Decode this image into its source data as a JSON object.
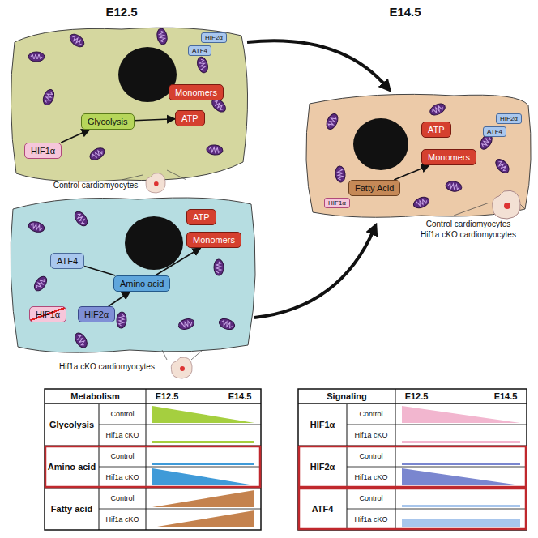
{
  "diagram": {
    "nodes": [
      {
        "text": [
          "HIF2α"
        ]
      },
      {
        "text": [
          "ATF4"
        ]
      },
      {
        "text": [
          "HIF1α"
        ]
      },
      {
        "text": [
          "Glycolysis"
        ]
      },
      {
        "text": [
          "Monomers"
        ]
      },
      {
        "text": [
          "ATP"
        ]
      },
      {
        "text": [
          "HIF2α"
        ]
      },
      {
        "text": [
          "ATF4"
        ]
      },
      {
        "text": [
          "HIF1α"
        ]
      },
      {
        "text": [
          "Fatty Acid"
        ]
      },
      {
        "text": [
          "ATP"
        ]
      },
      {
        "text": [
          "Monomers"
        ]
      },
      {
        "text": [
          "ATP"
        ]
      },
      {
        "text": [
          "Monomers"
        ]
      },
      {
        "text": [
          "ATF4"
        ]
      },
      {
        "text": [
          "Amino acid"
        ]
      },
      {
        "text": [
          "HIF1α"
        ]
      },
      {
        "text": [
          "HIF2α"
        ]
      }
    ],
    "edges": [
      {
        "from": 2,
        "to": 3,
        "arrow": "to"
      },
      {
        "from": 3,
        "to": 5,
        "arrow": "to"
      },
      {
        "from": 9,
        "to": 11,
        "arrow": "to"
      },
      {
        "from": 14,
        "to": 15,
        "arrow": "none"
      },
      {
        "from": 17,
        "to": 15,
        "arrow": "to"
      },
      {
        "from": 15,
        "to": 13,
        "arrow": "to"
      }
    ],
    "labels": [
      "E12.5",
      "E14.5",
      "Control cardiomyocytes",
      "Control cardiomyocytes",
      "Hif1a cKO cardiomyocytes",
      "Hif1a cKO cardiomyocytes",
      "Metabolism",
      "E12.5",
      "E14.5",
      "Glycolysis",
      "Control",
      "Hif1a cKO",
      "Amino acid",
      "Control",
      "Hif1a cKO",
      "Fatty acid",
      "Control",
      "Hif1a cKO",
      "Signaling",
      "E12.5",
      "E14.5",
      "HIF1α",
      "Control",
      "Hif1a cKO",
      "HIF2α",
      "Control",
      "Hif1a cKO",
      "ATF4",
      "Control",
      "Hif1a cKO"
    ]
  }
}
